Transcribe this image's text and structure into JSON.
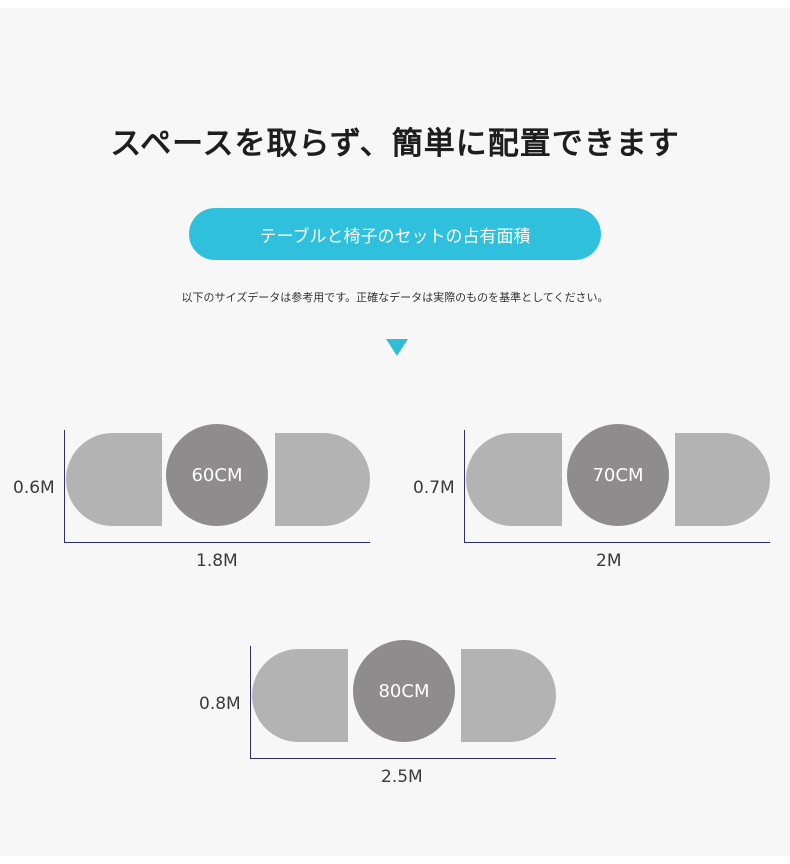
{
  "headline": "スペースを取らず、簡単に配置できます",
  "pill_label": "テーブルと椅子のセットの占有面積",
  "note": "以下のサイズデータは参考用です。正確なデータは実際のものを基準としてください。",
  "colors": {
    "accent": "#2fc0dd",
    "chair": "#b3b3b3",
    "table": "#8e8c8c",
    "axis": "#2b2f6b"
  },
  "sets": [
    {
      "table_label": "60CM",
      "depth_label": "0.6M",
      "width_label": "1.8M"
    },
    {
      "table_label": "70CM",
      "depth_label": "0.7M",
      "width_label": "2M"
    },
    {
      "table_label": "80CM",
      "depth_label": "0.8M",
      "width_label": "2.5M"
    }
  ]
}
